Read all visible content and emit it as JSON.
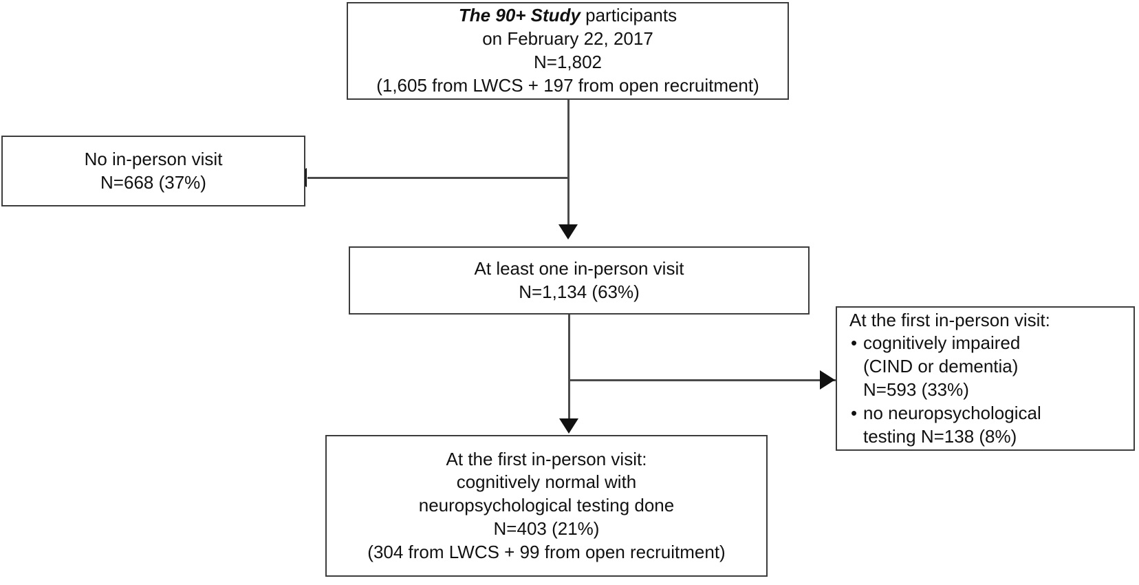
{
  "diagram": {
    "title": "The 90+ Study participant flow diagram",
    "type": "flowchart",
    "colors": {
      "box_border": "#3c3c3c",
      "connector": "#4a4a4a",
      "arrowhead": "#111111",
      "text": "#111111",
      "background": "#ffffff"
    },
    "nodes": {
      "top": {
        "id": "study-participants",
        "lines": [
          {
            "emphasis": "The 90+ Study",
            "rest": " participants"
          },
          {
            "text": "on February 22, 2017"
          },
          {
            "text": "N=1,802"
          },
          {
            "text": "(1,605 from LWCS + 197 from open recruitment)"
          }
        ]
      },
      "left": {
        "id": "no-in-person-visit",
        "lines": [
          {
            "text": "No in-person visit"
          },
          {
            "text": "N=668 (37%)"
          }
        ]
      },
      "middle": {
        "id": "at-least-one-visit",
        "lines": [
          {
            "text": "At least one in-person visit"
          },
          {
            "text": "N=1,134 (63%)"
          }
        ]
      },
      "right": {
        "id": "excluded-at-first-visit",
        "heading": "At the first in-person visit:",
        "bullets": [
          {
            "bullet": true,
            "text": "cognitively impaired"
          },
          {
            "bullet": false,
            "text": "(CIND or dementia)"
          },
          {
            "bullet": false,
            "text": "N=593 (33%)"
          },
          {
            "bullet": true,
            "text": "no neuropsychological"
          },
          {
            "bullet": false,
            "text": "testing N=138 (8%)"
          }
        ]
      },
      "bottom": {
        "id": "cognitively-normal-tested",
        "lines": [
          {
            "text": "At the first in-person visit:"
          },
          {
            "text": "cognitively normal with"
          },
          {
            "text": "neuropsychological testing done"
          },
          {
            "text": "N=403 (21%)"
          },
          {
            "text": "(304 from LWCS + 99 from open recruitment)"
          }
        ]
      }
    }
  },
  "chart_data": {
    "type": "flowchart",
    "title": "The 90+ Study participant flow",
    "nodes": [
      {
        "id": "study-participants",
        "label": "The 90+ Study participants on February 22, 2017",
        "n": 1802,
        "percent": null,
        "detail": "1,605 from LWCS + 197 from open recruitment"
      },
      {
        "id": "no-in-person-visit",
        "label": "No in-person visit",
        "n": 668,
        "percent": 37
      },
      {
        "id": "at-least-one-visit",
        "label": "At least one in-person visit",
        "n": 1134,
        "percent": 63
      },
      {
        "id": "cognitively-impaired",
        "label": "At the first in-person visit: cognitively impaired (CIND or dementia)",
        "n": 593,
        "percent": 33
      },
      {
        "id": "no-neuropsych-testing",
        "label": "At the first in-person visit: no neuropsychological testing",
        "n": 138,
        "percent": 8
      },
      {
        "id": "cognitively-normal-tested",
        "label": "At the first in-person visit: cognitively normal with neuropsychological testing done",
        "n": 403,
        "percent": 21,
        "detail": "304 from LWCS + 99 from open recruitment"
      }
    ],
    "edges": [
      {
        "from": "study-participants",
        "to": "no-in-person-visit",
        "direction": "left"
      },
      {
        "from": "study-participants",
        "to": "at-least-one-visit",
        "direction": "down"
      },
      {
        "from": "at-least-one-visit",
        "to": "cognitively-impaired",
        "direction": "right"
      },
      {
        "from": "at-least-one-visit",
        "to": "cognitively-normal-tested",
        "direction": "down"
      }
    ]
  }
}
